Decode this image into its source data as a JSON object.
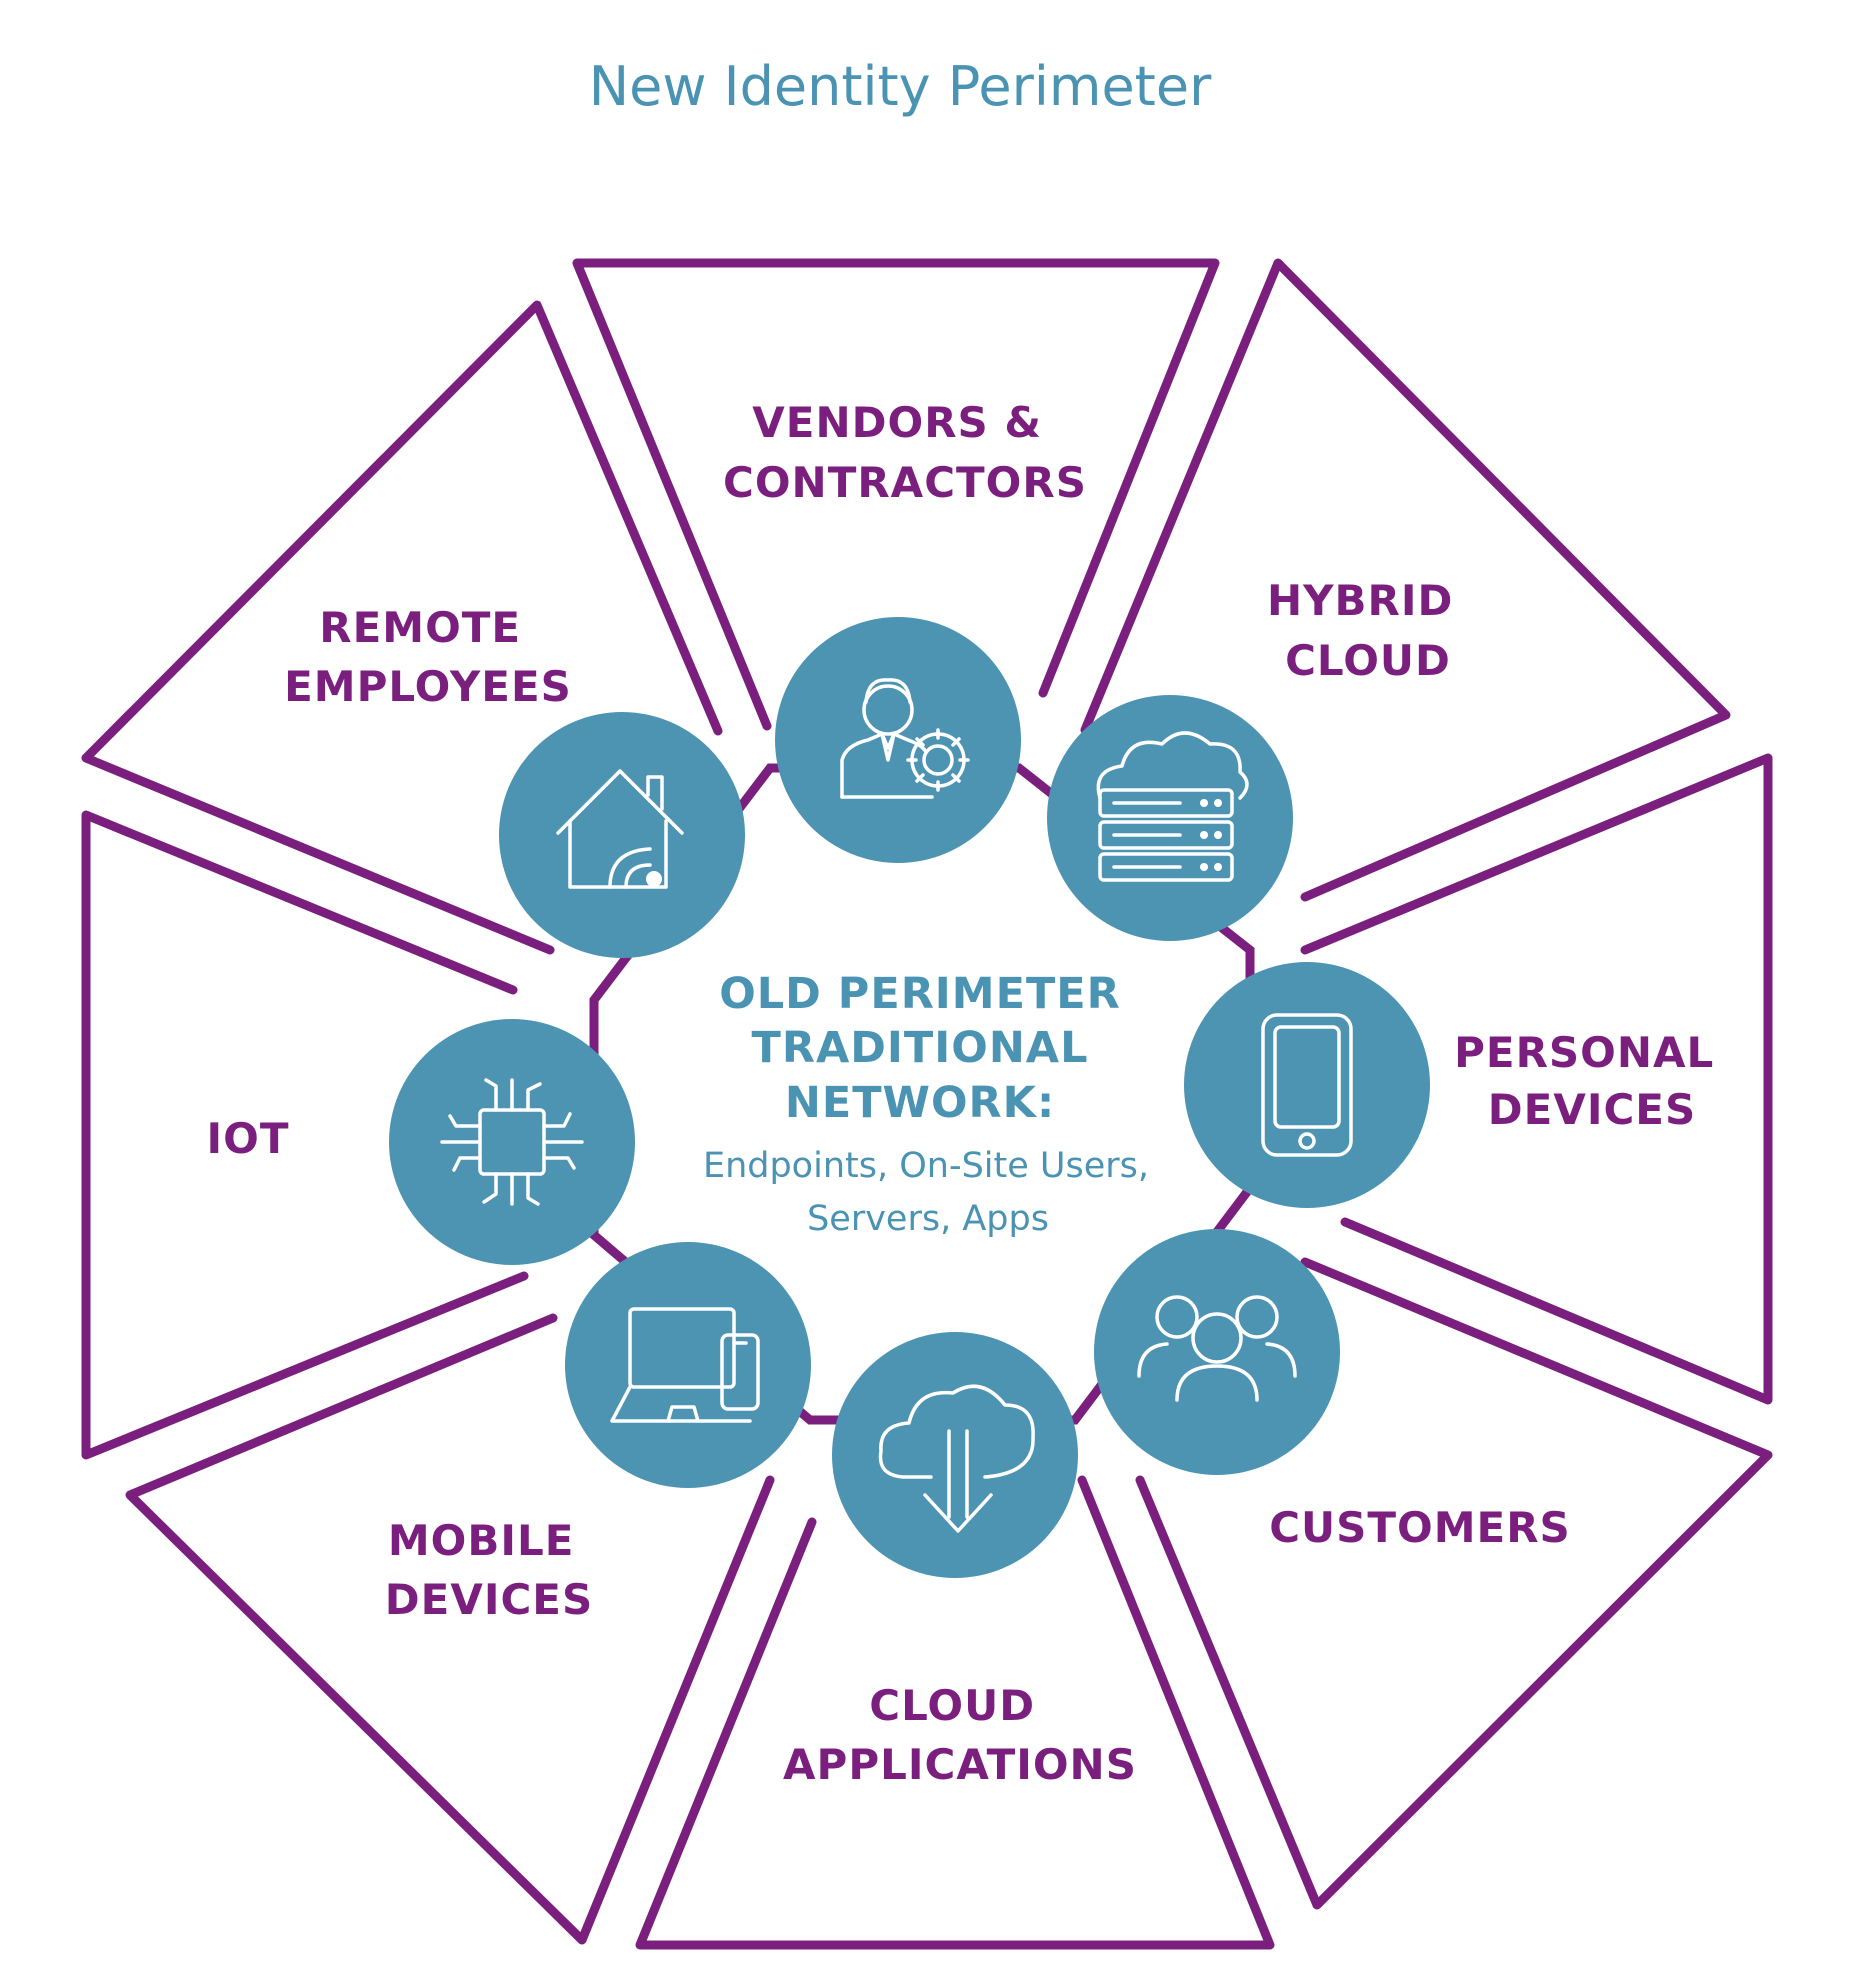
{
  "title": "New Identity Perimeter",
  "center": {
    "heading_lines": [
      "OLD PERIMETER",
      "TRADITIONAL",
      "NETWORK:"
    ],
    "sub_lines": [
      "Endpoints, On-Site Users,",
      "Servers, Apps"
    ]
  },
  "segments": [
    {
      "id": "vendors",
      "label_lines": [
        "VENDORS &",
        "CONTRACTORS"
      ],
      "icon": "user-gear-icon"
    },
    {
      "id": "hybrid-cloud",
      "label_lines": [
        "HYBRID",
        "CLOUD"
      ],
      "icon": "cloud-server-icon"
    },
    {
      "id": "personal-devices",
      "label_lines": [
        "PERSONAL",
        "DEVICES"
      ],
      "icon": "smartphone-icon"
    },
    {
      "id": "customers",
      "label_lines": [
        "CUSTOMERS"
      ],
      "icon": "group-users-icon"
    },
    {
      "id": "cloud-applications",
      "label_lines": [
        "CLOUD",
        "APPLICATIONS"
      ],
      "icon": "cloud-download-icon"
    },
    {
      "id": "mobile-devices",
      "label_lines": [
        "MOBILE",
        "DEVICES"
      ],
      "icon": "laptop-phone-icon"
    },
    {
      "id": "iot",
      "label_lines": [
        "IOT"
      ],
      "icon": "microchip-icon"
    },
    {
      "id": "remote-employees",
      "label_lines": [
        "REMOTE",
        "EMPLOYEES"
      ],
      "icon": "home-wifi-icon"
    }
  ],
  "colors": {
    "purple": "#7b1f7e",
    "teal": "#4d94b3",
    "title": "#4a93b3"
  }
}
